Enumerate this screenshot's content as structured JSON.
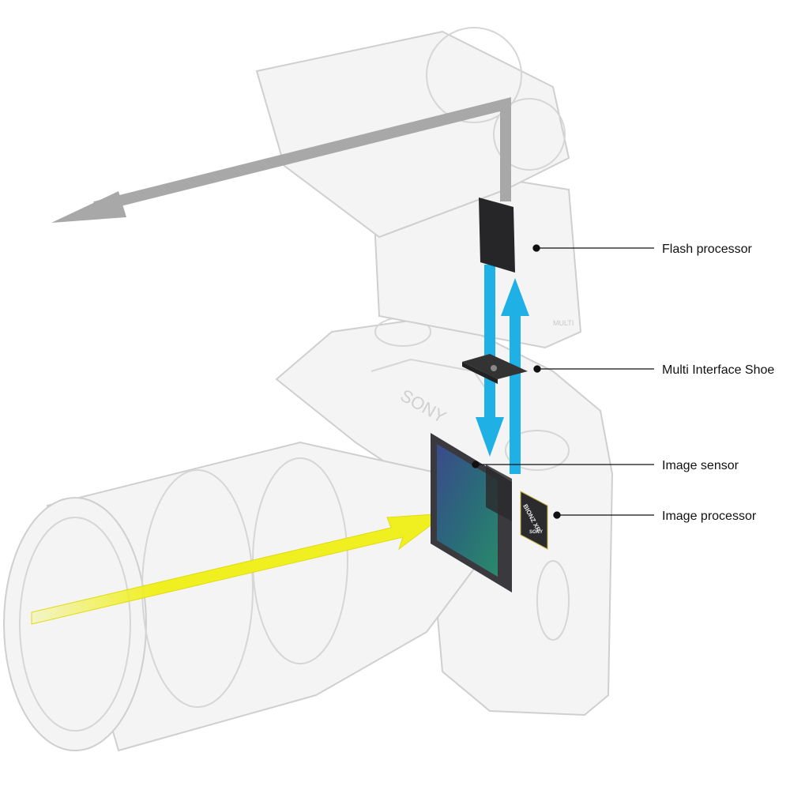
{
  "labels": {
    "flash_processor": "Flash processor",
    "multi_interface_shoe": "Multi Interface Shoe",
    "image_sensor": "Image sensor",
    "image_processor": "Image processor"
  },
  "chip": {
    "brand": "BIONZ XR",
    "maker": "SONY"
  },
  "camera_brand": "SONY",
  "flash_mark": "MULTI",
  "colors": {
    "signal_arrow": "#1fb0e6",
    "light_arrow": "#f0f020",
    "bounce_arrow": "#a8a8a8",
    "leader": "#111111"
  }
}
